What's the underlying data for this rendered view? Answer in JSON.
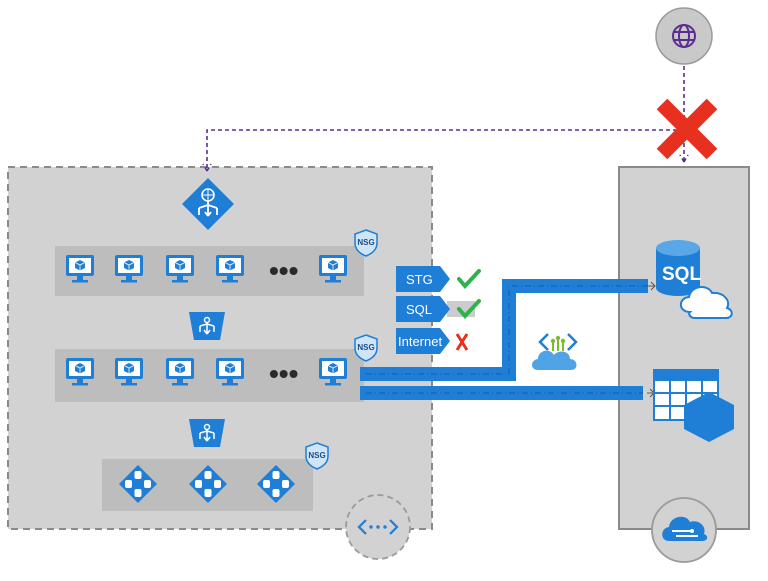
{
  "nsg_badges": [
    "NSG",
    "NSG",
    "NSG"
  ],
  "ellipsis": [
    "•••",
    "•••"
  ],
  "service_tags": [
    {
      "label": "STG",
      "status": "allowed",
      "mark": "✔"
    },
    {
      "label": "SQL",
      "status": "allowed",
      "mark": "✔"
    },
    {
      "label": "Internet",
      "status": "denied",
      "mark": "X"
    }
  ],
  "sql_service_label": "SQL",
  "peering_icon_text": "‹···›",
  "colors": {
    "azure_blue": "#1f7ed6",
    "panel_gray": "#d2d2d2",
    "row_gray": "#bdbdbd",
    "allowed_green": "#2db34a",
    "denied_red": "#e8301e",
    "dashed_path_purple": "#5b2d91"
  },
  "icons": [
    "globe-icon",
    "load-balancer-icon",
    "virtual-machine-icon",
    "internal-load-balancer-icon",
    "database-cluster-icon",
    "nsg-shield-icon",
    "sql-database-icon",
    "storage-table-icon",
    "vnet-peering-icon",
    "service-endpoint-icon",
    "cloud-service-icon",
    "block-x-icon"
  ]
}
